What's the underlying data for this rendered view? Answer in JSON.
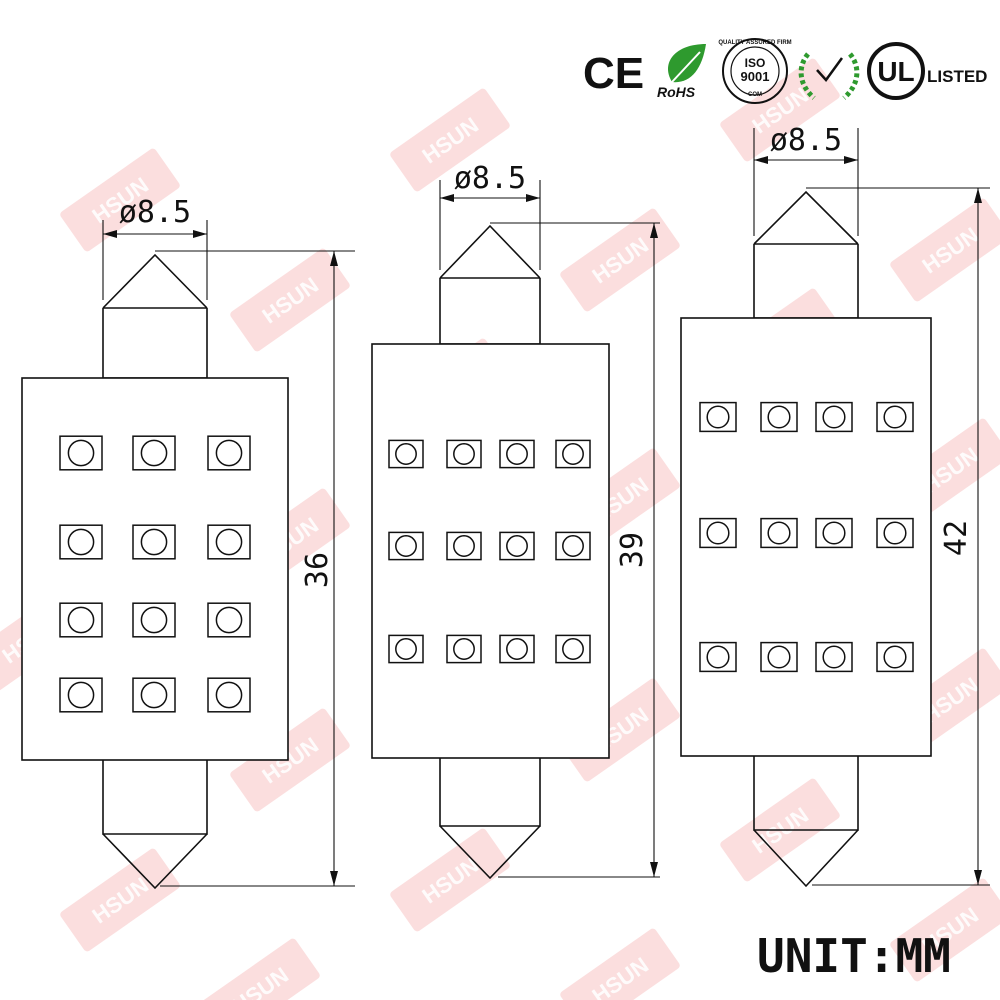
{
  "certifications": {
    "ce": "CE",
    "rohs": "RoHS",
    "iso_top": "QUALITY ASSURED FIRM",
    "iso_main": "ISO",
    "iso_num": "9001",
    "iso_bottom": "COM",
    "ul": "UL",
    "ul_listed": "LISTED"
  },
  "watermark": "HSUN",
  "bulbs": [
    {
      "diameter_label": "ø8.5",
      "length_label": "36",
      "rows": 4,
      "cols": 3
    },
    {
      "diameter_label": "ø8.5",
      "length_label": "39",
      "rows": 3,
      "cols": 4
    },
    {
      "diameter_label": "ø8.5",
      "length_label": "42",
      "rows": 3,
      "cols": 4
    }
  ],
  "unit_label": "UNIT:MM",
  "colors": {
    "line": "#111111",
    "watermark": "#f08a8a",
    "rohs_green": "#2e9a2e"
  }
}
